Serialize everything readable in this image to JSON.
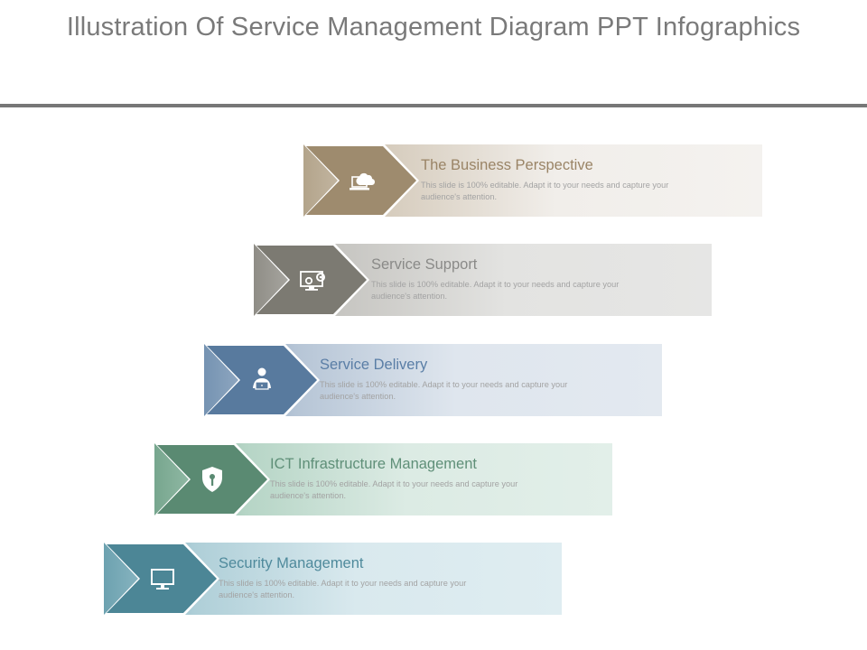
{
  "title": "Illustration Of  Service Management Diagram PPT Infographics",
  "steps": [
    {
      "title": "The Business Perspective",
      "description": "This slide is 100% editable. Adapt it to your needs and capture your audience's attention.",
      "icon": "cloud-laptop-icon",
      "color": "#9e8b6e",
      "title_color": "#9a8466"
    },
    {
      "title": "Service Support",
      "description": "This slide is 100% editable. Adapt it to your needs and capture your audience's attention.",
      "icon": "monitor-gears-icon",
      "color": "#7c7a72",
      "title_color": "#8a8a88"
    },
    {
      "title": "Service Delivery",
      "description": "This slide is 100% editable. Adapt it to your needs and capture your audience's attention.",
      "icon": "person-laptop-icon",
      "color": "#587a9e",
      "title_color": "#5a7ea6"
    },
    {
      "title": "ICT Infrastructure Management",
      "description": "This slide is 100% editable. Adapt it to your needs and capture your audience's attention.",
      "icon": "shield-key-icon",
      "color": "#5a8a72",
      "title_color": "#5f8f78"
    },
    {
      "title": "Security Management",
      "description": "This slide is 100% editable. Adapt it to your needs and capture your audience's attention.",
      "icon": "monitor-icon",
      "color": "#4c8696",
      "title_color": "#4f8a9c"
    }
  ]
}
